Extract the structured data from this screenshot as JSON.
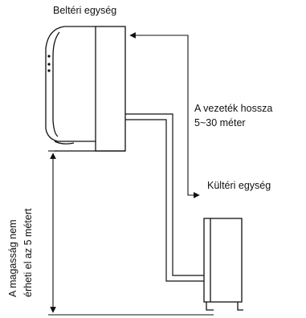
{
  "labels": {
    "indoor_unit": "Beltéri egység",
    "pipe_length_line1": "A vezeték hossza",
    "pipe_length_line2": "5~30 méter",
    "outdoor_unit": "Kültéri egység",
    "height_line1": "A magasság nem",
    "height_line2": "érheti el az 5 métert"
  }
}
